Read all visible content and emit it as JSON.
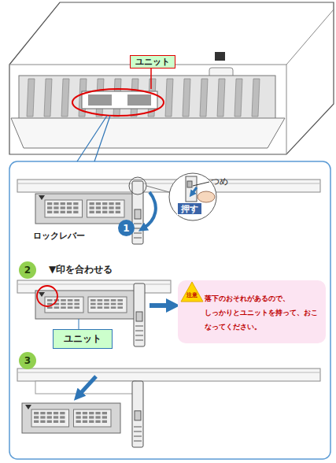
{
  "diagram": {
    "nodes": [
      {
        "text": [
          "ユニット"
        ]
      },
      {
        "text": [
          "押す"
        ]
      },
      {
        "text": [
          "1"
        ]
      },
      {
        "text": [
          "2"
        ]
      },
      {
        "text": [
          "落下のおそれがあるので、 しっかりとユニットを持って、おこ なってください。"
        ]
      },
      {
        "text": [
          "注意"
        ],
        "in": 4
      },
      {
        "text": [
          "ユニット"
        ]
      },
      {
        "text": [
          "3"
        ]
      }
    ],
    "labels": [
      "つめ",
      "ロックレバー",
      "▼印を合わせる"
    ]
  }
}
